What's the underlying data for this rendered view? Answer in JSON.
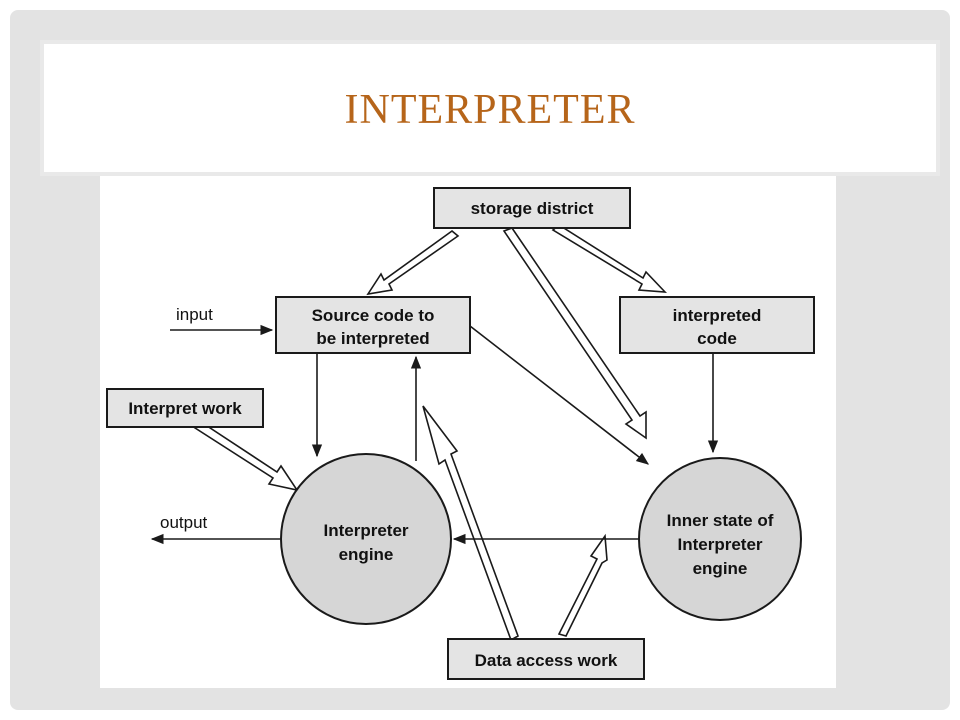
{
  "slide": {
    "title": "INTERPRETER",
    "colors": {
      "title": "#b6651a",
      "frame": "#e3e3e3"
    }
  },
  "diagram": {
    "nodes": {
      "storage_district": "storage district",
      "source_code": [
        "Source code to",
        "be interpreted"
      ],
      "interpreted_code": [
        "interpreted",
        "code"
      ],
      "interpret_work": "Interpret work",
      "interpreter_engine": [
        "Interpreter",
        "engine"
      ],
      "inner_state": [
        "Inner state of",
        "Interpreter",
        "engine"
      ],
      "data_access_work": "Data access work"
    },
    "labels": {
      "input": "input",
      "output": "output"
    }
  }
}
